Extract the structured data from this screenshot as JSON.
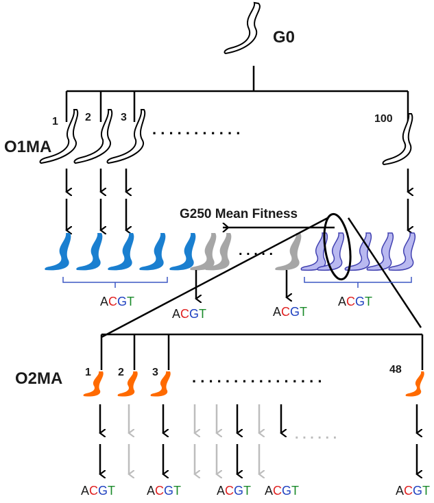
{
  "labels": {
    "g0": "G0",
    "o1ma": "O1MA",
    "o2ma": "O2MA",
    "mean_fitness": "G250 Mean Fitness"
  },
  "o1ma_line_numbers": [
    "1",
    "2",
    "3",
    "100"
  ],
  "o2ma_line_numbers": [
    "1",
    "2",
    "3",
    "48"
  ],
  "dots": {
    "o1ma": ". . . . . . . . . . .",
    "mid": ". . . . .",
    "o2ma": ". . . . . . . . . . . . . . . .",
    "arrows": ". . . . . ."
  },
  "acgt": {
    "letters": [
      "A",
      "C",
      "G",
      "T"
    ]
  },
  "colors": {
    "blue_worm": "#1a7fd0",
    "gray_worm": "#a6a6a6",
    "lavender_worm": "#8e8ee0",
    "orange_worm": "#ff6a00",
    "acgt_a": "#1a1a1a",
    "acgt_c": "#e02020",
    "acgt_g": "#1e40c0",
    "acgt_t": "#1a8a2a",
    "light_arrow": "#bdbdbd",
    "bracket": "#3b57c4"
  },
  "icons": [
    "worm-outline-icon",
    "worm-filled-icon",
    "arrow-down-icon"
  ]
}
